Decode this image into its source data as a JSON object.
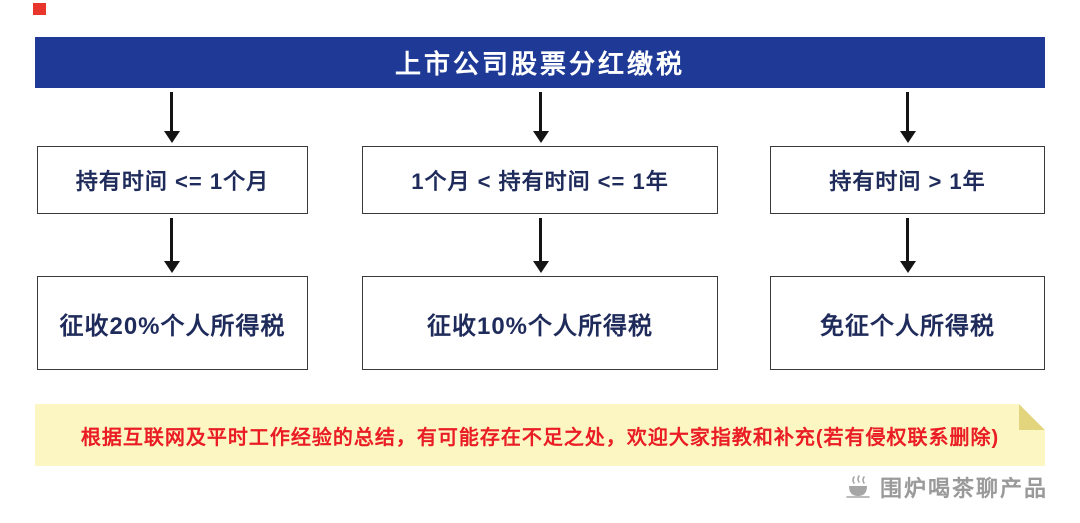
{
  "header": {
    "title": "上市公司股票分红缴税"
  },
  "columns": [
    {
      "condition": "持有时间 <= 1个月",
      "result": "征收20%个人所得税"
    },
    {
      "condition": "1个月 < 持有时间 <= 1年",
      "result": "征收10%个人所得税"
    },
    {
      "condition": "持有时间 > 1年",
      "result": "免征个人所得税"
    }
  ],
  "note": {
    "text": "根据互联网及平时工作经验的总结，有可能存在不足之处，欢迎大家指教和补充(若有侵权联系删除)"
  },
  "watermark": {
    "text": "围炉喝茶聊产品"
  },
  "palette": {
    "header_bg": "#1e3a96",
    "header_fg": "#ffffff",
    "box_text": "#1f2b5b",
    "box_border": "#3a3a3a",
    "arrow_color": "#141414",
    "note_bg": "#fbf6c2",
    "note_fold": "#e3d57e",
    "note_text": "#ea1c24",
    "watermark_color": "#9a9a9a",
    "mark_red": "#e8362d"
  }
}
